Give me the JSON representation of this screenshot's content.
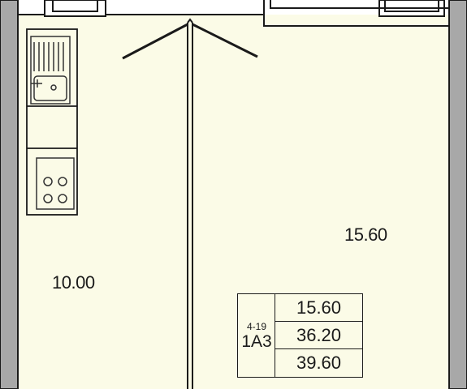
{
  "rooms": {
    "kitchen_area": "10.00",
    "living_area": "15.60"
  },
  "info": {
    "floors": "4-19",
    "apartment_type": "1А3",
    "living_area": "15.60",
    "total_area": "36.20",
    "area_with_balcony": "39.60"
  },
  "colors": {
    "floor_fill": "#fbfbe7",
    "wall": "#1a1a1a",
    "wall_fill": "#a8a8a8",
    "fixture_line": "#333333"
  }
}
